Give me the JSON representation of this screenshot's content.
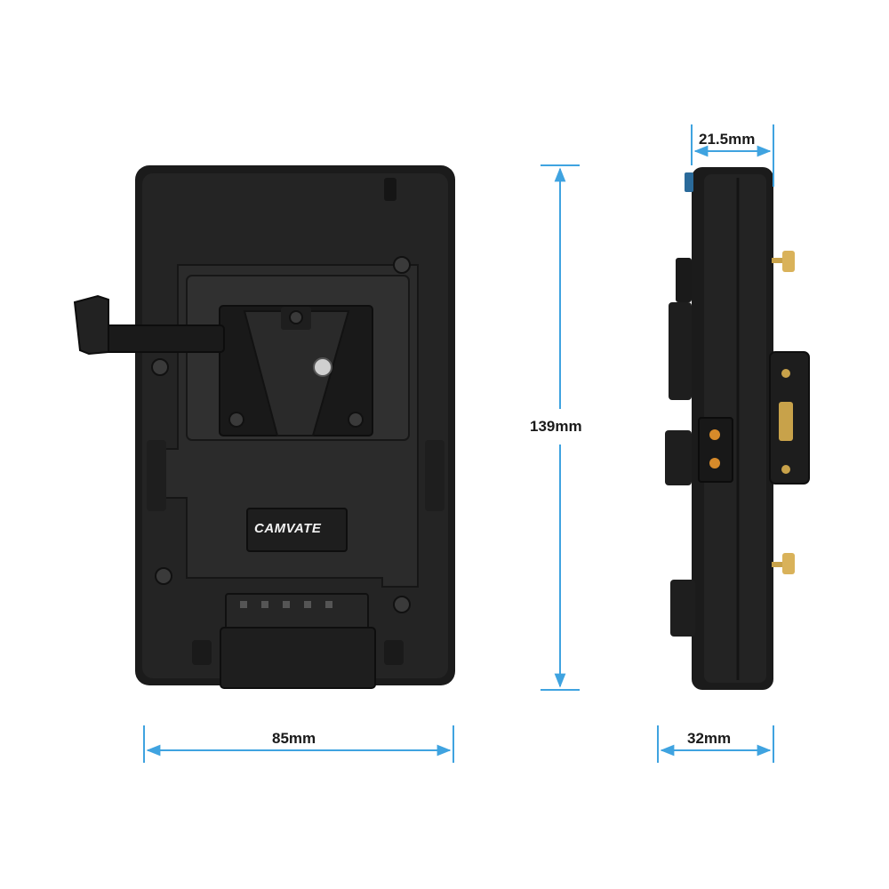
{
  "product": {
    "brand": "CAMVATE"
  },
  "dimensions": {
    "height": "139mm",
    "width": "85mm",
    "depth": "32mm",
    "side_thickness": "21.5mm"
  },
  "colors": {
    "dimension_line": "#3fa3e0",
    "body": "#1c1c1c",
    "body_face": "#262626",
    "brass": "#c8a24a",
    "connector_orange": "#d68a2a"
  }
}
